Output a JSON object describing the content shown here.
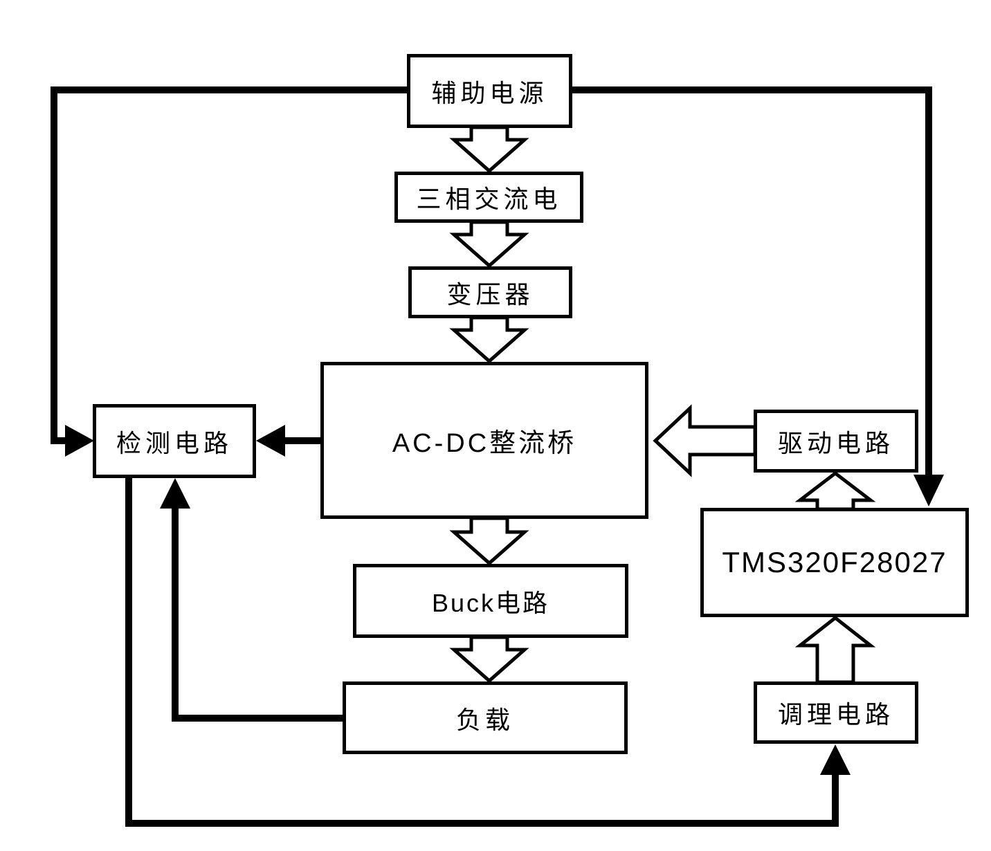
{
  "blocks": {
    "auxiliary_power": {
      "label": "辅助电源"
    },
    "three_phase_ac": {
      "label": "三相交流电"
    },
    "transformer": {
      "label": "变压器"
    },
    "acdc_rectifier": {
      "label": "AC-DC整流桥"
    },
    "detection_circuit": {
      "label": "检测电路"
    },
    "drive_circuit": {
      "label": "驱动电路"
    },
    "mcu": {
      "label": "TMS320F28027"
    },
    "buck_circuit": {
      "label": "Buck电路"
    },
    "load": {
      "label": "负载"
    },
    "conditioning_circuit": {
      "label": "调理电路"
    }
  },
  "edges": [
    {
      "from": "auxiliary_power",
      "to": "three_phase_ac",
      "style": "hollow-arrow",
      "direction": "down"
    },
    {
      "from": "three_phase_ac",
      "to": "transformer",
      "style": "hollow-arrow",
      "direction": "down"
    },
    {
      "from": "transformer",
      "to": "acdc_rectifier",
      "style": "hollow-arrow",
      "direction": "down"
    },
    {
      "from": "acdc_rectifier",
      "to": "buck_circuit",
      "style": "hollow-arrow",
      "direction": "down"
    },
    {
      "from": "buck_circuit",
      "to": "load",
      "style": "hollow-arrow",
      "direction": "down"
    },
    {
      "from": "drive_circuit",
      "to": "acdc_rectifier",
      "style": "hollow-arrow",
      "direction": "left"
    },
    {
      "from": "mcu",
      "to": "drive_circuit",
      "style": "hollow-arrow",
      "direction": "up"
    },
    {
      "from": "conditioning_circuit",
      "to": "mcu",
      "style": "hollow-arrow",
      "direction": "up"
    },
    {
      "from": "auxiliary_power",
      "to": "detection_circuit",
      "style": "solid-line",
      "route": "left-rail"
    },
    {
      "from": "auxiliary_power",
      "to": "mcu",
      "style": "solid-line",
      "route": "right-rail"
    },
    {
      "from": "acdc_rectifier",
      "to": "detection_circuit",
      "style": "solid-line",
      "route": "direct"
    },
    {
      "from": "load",
      "to": "detection_circuit",
      "style": "solid-line",
      "route": "left-then-up"
    },
    {
      "from": "detection_circuit",
      "to": "conditioning_circuit",
      "style": "solid-line",
      "route": "bottom-rail"
    }
  ],
  "colors": {
    "line": "#000000",
    "box_fill": "#ffffff",
    "text": "#000000",
    "background": "#ffffff"
  }
}
